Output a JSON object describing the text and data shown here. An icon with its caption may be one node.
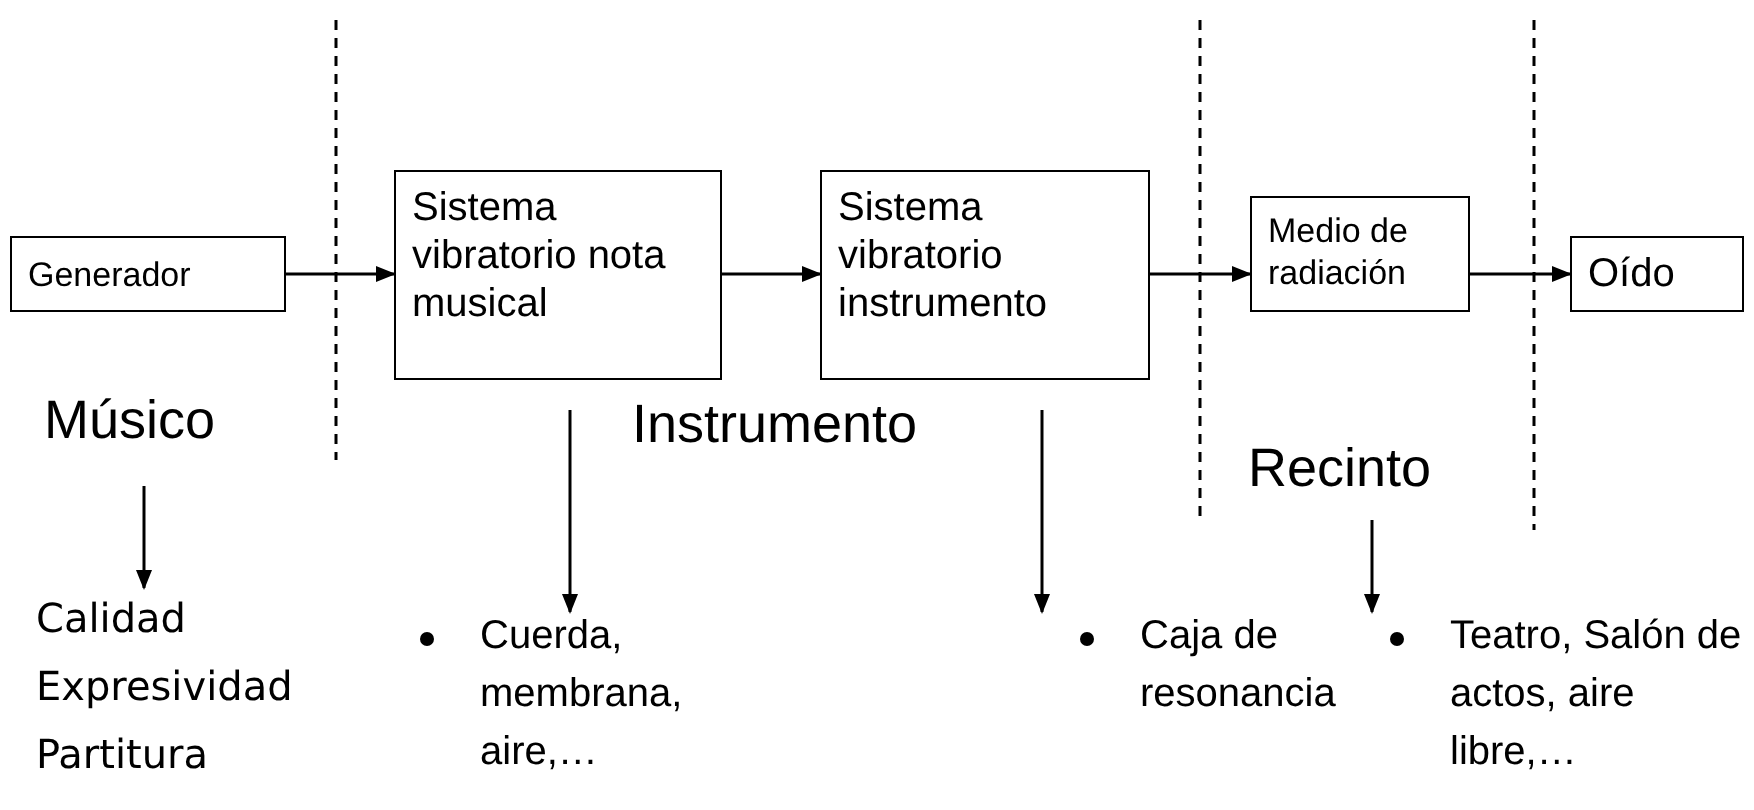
{
  "diagram": {
    "nodes": [
      {
        "text": [
          "Generador"
        ]
      },
      {
        "text": [
          "Sistema vibratorio nota musical"
        ]
      },
      {
        "text": [
          "Sistema vibratorio instrumento"
        ]
      },
      {
        "text": [
          "Medio de radiación"
        ]
      },
      {
        "text": [
          "Oído"
        ]
      },
      {
        "text": [
          "Músico"
        ]
      },
      {
        "text": [
          "Calidad",
          "Expresividad",
          "Partitura"
        ]
      },
      {
        "text": [
          "Instrumento"
        ]
      },
      {
        "text": [
          "Cuerda, membrana, aire,…"
        ]
      },
      {
        "text": [
          "Caja de resonancia"
        ]
      },
      {
        "text": [
          "Recinto"
        ]
      },
      {
        "text": [
          "Teatro, Salón de actos, aire libre,…"
        ]
      }
    ],
    "edges": [
      {
        "from": 0,
        "to": 1,
        "arrow": "to"
      },
      {
        "from": 1,
        "to": 2,
        "arrow": "to"
      },
      {
        "from": 2,
        "to": 3,
        "arrow": "to"
      },
      {
        "from": 3,
        "to": 4,
        "arrow": "to"
      },
      {
        "from": 5,
        "to": 6,
        "arrow": "to"
      },
      {
        "from": 1,
        "to": 8,
        "arrow": "to"
      },
      {
        "from": 2,
        "to": 9,
        "arrow": "to"
      },
      {
        "from": 10,
        "to": 11,
        "arrow": "to"
      }
    ]
  }
}
